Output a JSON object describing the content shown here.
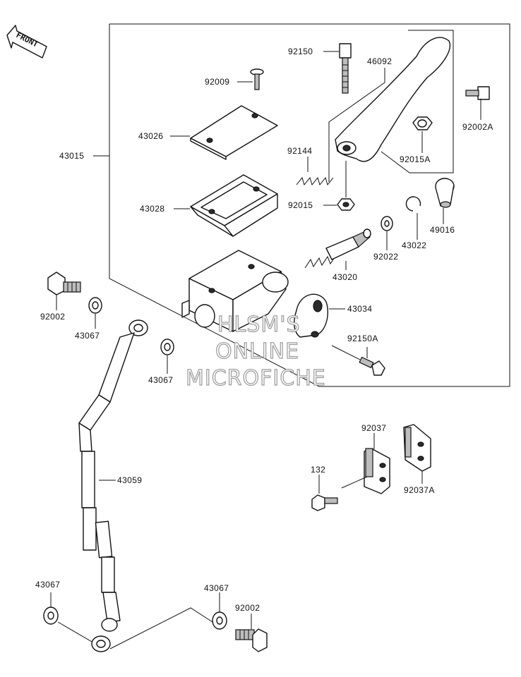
{
  "watermark": {
    "line1": "HLSM'S",
    "line2": "ONLINE",
    "line3": "MICROFICHE"
  },
  "front_arrow": {
    "label": "FRONT"
  },
  "labels": {
    "p92150": "92150",
    "p46092": "46092",
    "p92009": "92009",
    "p92002A": "92002A",
    "p43026": "43026",
    "p43015": "43015",
    "p92144": "92144",
    "p92015A": "92015A",
    "p43028": "43028",
    "p92015": "92015",
    "p49016": "49016",
    "p43022": "43022",
    "p92022": "92022",
    "p43020": "43020",
    "p43034": "43034",
    "p92002_top": "92002",
    "p43067_a": "43067",
    "p92150A": "92150A",
    "p43067_b": "43067",
    "p92037": "92037",
    "p132": "132",
    "p92037A": "92037A",
    "p43059": "43059",
    "p43067_c": "43067",
    "p43067_d": "43067",
    "p92002_bottom": "92002"
  }
}
